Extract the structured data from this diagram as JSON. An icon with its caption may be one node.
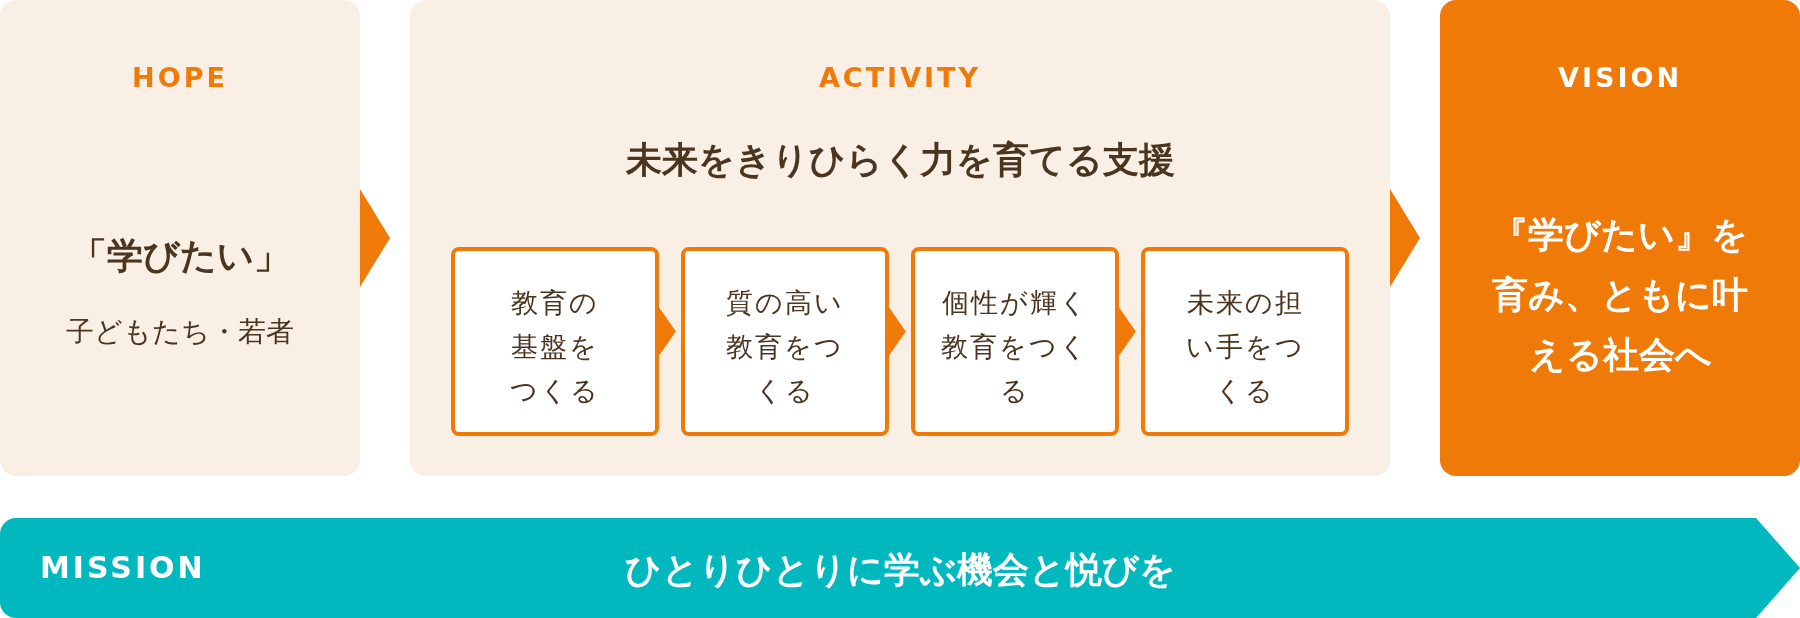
{
  "diagram": {
    "nodes": [
      {
        "text": [
          "HOPE",
          "「学びたい」",
          "子どもたち・若者"
        ]
      },
      {
        "text": [
          "ACTIVITY",
          "未来をきりひらく力を育てる支援"
        ]
      },
      {
        "text": [
          "教育の基盤をつくる"
        ],
        "in": 1
      },
      {
        "text": [
          "質の高い教育をつくる"
        ],
        "in": 1
      },
      {
        "text": [
          "個性が輝く教育をつくる"
        ],
        "in": 1
      },
      {
        "text": [
          "未来の担い手をつくる"
        ],
        "in": 1
      },
      {
        "text": [
          "VISION",
          "『学びたい』を育み、ともに叶える社会へ"
        ]
      },
      {
        "text": [
          "MISSION",
          "ひとりひとりに学ぶ機会と悦びを"
        ]
      }
    ],
    "edges": [
      {
        "from": 0,
        "to": 1,
        "arrow": "to"
      },
      {
        "from": 1,
        "to": 6,
        "arrow": "to"
      },
      {
        "from": 2,
        "to": 3,
        "arrow": "to"
      },
      {
        "from": 3,
        "to": 4,
        "arrow": "to"
      },
      {
        "from": 4,
        "to": 5,
        "arrow": "to"
      }
    ]
  }
}
